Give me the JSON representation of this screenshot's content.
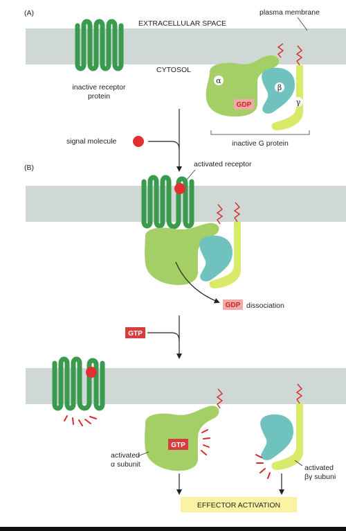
{
  "panels": {
    "a": "(A)",
    "b": "(B)"
  },
  "labels": {
    "extracellular_space": "EXTRACELLULAR SPACE",
    "plasma_membrane": "plasma membrane",
    "cytosol": "CYTOSOL",
    "inactive_receptor_line1": "inactive receptor",
    "inactive_receptor_line2": "protein",
    "inactive_g_protein": "inactive G protein",
    "signal_molecule": "signal molecule",
    "activated_receptor": "activated receptor",
    "dissociation": "dissociation",
    "activated_alpha_line1": "activated",
    "activated_alpha_line2": "α subunit",
    "activated_betagamma_line1": "activated",
    "activated_betagamma_line2": "βγ subuni",
    "effector_activation": "EFFECTOR ACTIVATION"
  },
  "subunits": {
    "alpha": "α",
    "beta": "β",
    "gamma": "γ"
  },
  "badges": {
    "gdp_inactive": "GDP",
    "gdp_dissociation": "GDP",
    "gtp_input": "GTP",
    "gtp_alpha": "GTP"
  },
  "colors": {
    "membrane": "#cfd8d4",
    "receptor": "#3a9a4e",
    "alpha_subunit": "#a4cf66",
    "beta_subunit": "#6fc2bd",
    "gamma_subunit": "#d9e96a",
    "signal_molecule": "#e03030",
    "gtp_badge": "#d93c3c",
    "gdp_badge": "#f3a9a5",
    "effector_box": "#fbf3a4",
    "lipid_anchor": "#d62a2a"
  }
}
